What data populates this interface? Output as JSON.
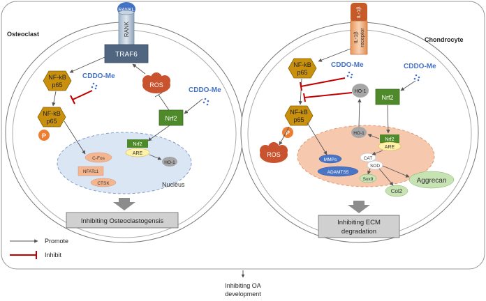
{
  "osteoclast": {
    "cell_label": "Osteoclast",
    "rankl": "RANKL",
    "rank": "RANK",
    "traf6": "TRAF6",
    "nfkb_line1": "NF-kB",
    "nfkb_line2": "p65",
    "cddo_left": "CDDO-Me",
    "cddo_right": "CDDO-Me",
    "ros": "ROS",
    "nrf2": "Nrf2",
    "phospho": "P",
    "nucleus": {
      "label": "Nucleus",
      "nrf2": "Nrf2",
      "are": "ARE",
      "ho1": "HO-1",
      "cfos": "C-Fos",
      "nfatc1": "NFATc1",
      "ctsk": "CTSK"
    },
    "outcome": "Inhibiting Osteoclastogensis"
  },
  "chondrocyte": {
    "cell_label": "Chondrocyte",
    "il1b": "IL-1β",
    "receptor_line1": "IL-1β",
    "receptor_line2": "receptor",
    "nfkb_line1": "NF-kB",
    "nfkb_line2": "p65",
    "cddo_left": "CDDO-Me",
    "cddo_right": "CDDO-Me",
    "ho1_cyto": "HO-1",
    "nrf2": "Nrf2",
    "phospho": "P",
    "ros": "ROS",
    "nucleus": {
      "ho1": "HO-1",
      "nrf2": "Nrf2",
      "are": "ARE",
      "mmps": "MMPs",
      "adamts5": "ADAMTS5",
      "cat": "CAT",
      "sod": "SOD",
      "sox9": "Sox9",
      "col2": "Col2",
      "aggrecan": "Aggrecan"
    },
    "outcome_line1": "Inhibiting ECM",
    "outcome_line2": "degradation"
  },
  "legend": {
    "promote": "Promote",
    "inhibit": "Inhibit"
  },
  "final_line1": "Inhibiting OA",
  "final_line2": "development",
  "colors": {
    "hex": "#c8900c",
    "hex_stroke": "#8a6200",
    "traf6": "#4f6580",
    "nrf2": "#4e8a2a",
    "ros": "#c8532e",
    "inhibit": "#c00000",
    "cddo": "#4472c4",
    "nucleus_left": "#dbe6f5",
    "nucleus_right": "#f6c9ae",
    "outcome_box": "#d0d0d0"
  }
}
